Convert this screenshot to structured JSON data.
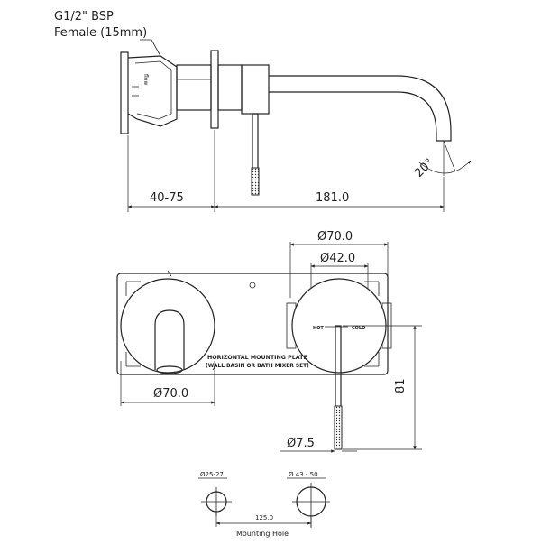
{
  "side_view": {
    "thread_label_line1": "G1/2\" BSP",
    "thread_label_line2": "Female (15mm)",
    "flow_label": "flow",
    "dim_wall": "40-75",
    "dim_spout": "181.0",
    "angle": "20°"
  },
  "front_view": {
    "dia_outer": "Ø70.0",
    "dia_inner": "Ø42.0",
    "dia_left": "Ø70.0",
    "dia_lever": "Ø7.5",
    "height": "81",
    "hot_label": "HOT",
    "cold_label": "COLD",
    "note_line1": "HORIZONTAL MOUNTING PLATE",
    "note_line2": "(WALL BASIN OR BATH MIXER SET)"
  },
  "mounting": {
    "hole_left": "Ø25-27",
    "hole_right": "Ø 43 - 50",
    "spacing": "125.0",
    "caption": "Mounting Hole"
  }
}
